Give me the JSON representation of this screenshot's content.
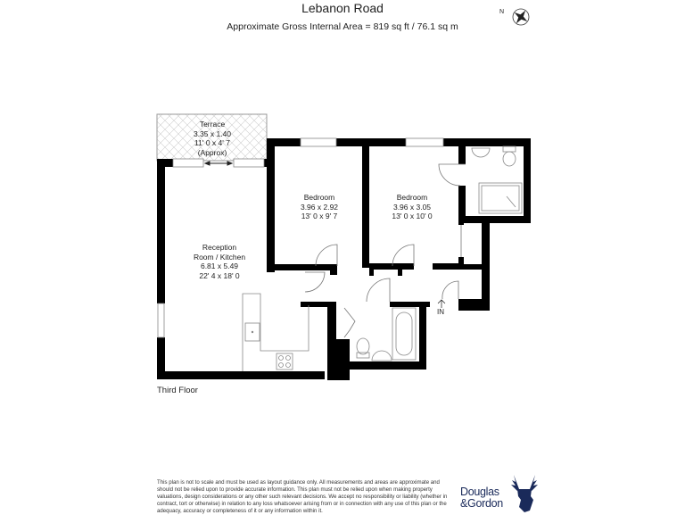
{
  "header": {
    "title": "Lebanon Road",
    "subtitle": "Approximate Gross Internal Area = 819 sq ft / 76.1 sq m"
  },
  "compass": {
    "icon": "compass-rose-icon",
    "north_label": "N"
  },
  "rooms": [
    {
      "name": "Terrace",
      "metric": "3.35 x 1.40",
      "imperial": "11' 0 x 4' 7",
      "note": "(Approx)"
    },
    {
      "name": "Bedroom",
      "metric": "3.96 x 2.92",
      "imperial": "13' 0 x 9' 7"
    },
    {
      "name": "Bedroom",
      "metric": "3.96 x 3.05",
      "imperial": "13' 0 x 10' 0"
    },
    {
      "name_line1": "Reception",
      "name_line2": "Room / Kitchen",
      "metric": "6.81 x 5.49",
      "imperial": "22' 4 x 18' 0"
    }
  ],
  "entry": {
    "label": "IN",
    "icon": "entry-arrow-icon"
  },
  "floor": {
    "label": "Third Floor"
  },
  "disclaimer": "This plan is not to scale and must be used as layout guidance only. All measurements and areas are approximate and should not be relied upon to provide accurate information. This plan must not be relied upon when making property valuations, design considerations or any other such relevant decisions. We accept no responsibility or liability (whether in contract, tort or otherwise) in relation to any loss whatsoever arising from or in connection with any use of this plan or the adequacy, accuracy or completeness of it or any information within it.",
  "brand": {
    "line1": "Douglas",
    "line2": "&Gordon",
    "icon": "stag-head-icon",
    "color": "#1a2a5a"
  },
  "colors": {
    "wall": "#000000",
    "fixture_line": "#888888",
    "background": "#ffffff",
    "terrace_hatch": "#cccccc"
  }
}
